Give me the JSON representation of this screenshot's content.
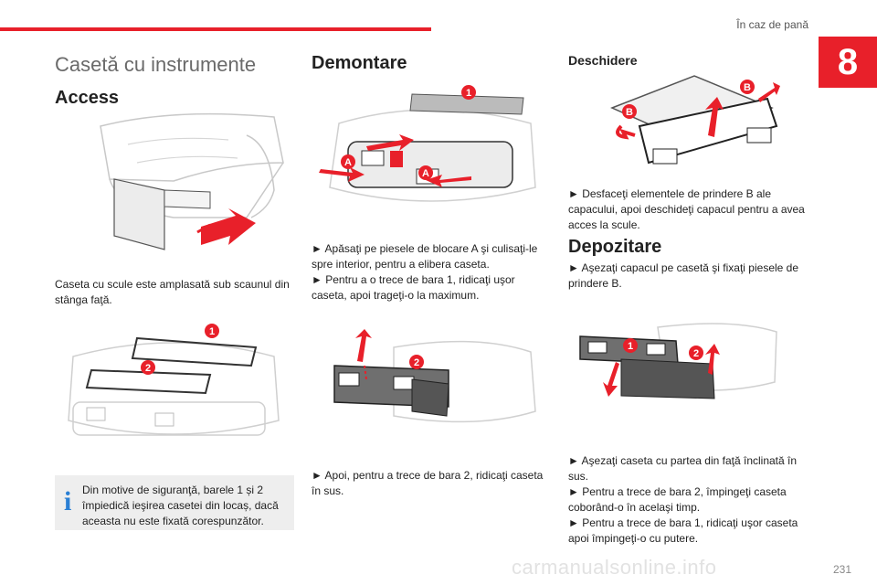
{
  "header": {
    "title": "În caz de pană",
    "chapter_number": "8",
    "accent_color": "#e8202a"
  },
  "column1": {
    "section_title": "Casetă cu instrumente",
    "heading": "Access",
    "paragraph": "Caseta cu scule este amplasată sub scaunul din stânga faţă.",
    "note_icon": "i",
    "note": "Din motive de siguranţă, barele 1 și 2 împiedică ieşirea casetei din locaș, dacă aceasta nu este fixată corespunzător.",
    "fig2_labels": [
      "1",
      "2"
    ]
  },
  "column2": {
    "heading": "Demontare",
    "fig1_labels": [
      "1",
      "A",
      "A"
    ],
    "bullet1": "► Apăsaţi pe piesele de blocare A şi culisaţi-le spre interior, pentru a elibera caseta.",
    "bullet2": "► Pentru a o trece de bara 1, ridicaţi uşor caseta, apoi trageţi-o la maximum.",
    "fig2_labels": [
      "2"
    ],
    "bullet3": "► Apoi, pentru a trece de bara 2, ridicaţi caseta în sus."
  },
  "column3": {
    "heading_open": "Deschidere",
    "fig1_labels": [
      "B",
      "B"
    ],
    "bullet1": "► Desfaceţi elementele de prindere B ale capacului, apoi deschideţi capacul pentru a avea acces la scule.",
    "heading_store": "Depozitare",
    "bullet2": "► Aşezaţi capacul pe casetă şi fixaţi piesele de prindere B.",
    "fig2_labels": [
      "2",
      "1"
    ],
    "bullet3": "► Aşezaţi caseta cu partea din faţă înclinată în sus.",
    "bullet4": "► Pentru a trece de bara 2, împingeţi caseta coborând-o în acelaşi timp.",
    "bullet5": "► Pentru a trece de bara 1, ridicaţi uşor caseta apoi împingeţi-o cu putere."
  },
  "footer": {
    "page_number": "231",
    "watermark": "carmanualsonline.info"
  }
}
